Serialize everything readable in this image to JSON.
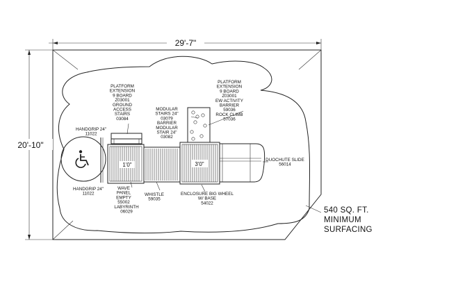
{
  "dimensions": {
    "width": "29'-7\"",
    "height": "20'-10\""
  },
  "surfacing": {
    "lines": [
      "540 SQ. FT.",
      "MINIMUM",
      "SURFACING"
    ]
  },
  "deck_heights": {
    "left": "1'0\"",
    "right": "3'0\""
  },
  "accessibility_symbol": "wheelchair-icon",
  "labels": {
    "platform_left": [
      "PLATFORM",
      "EXTENSION",
      "9 BOARD",
      "Z03001",
      "GROUND",
      "ACCESS",
      "STAIRS",
      "03084"
    ],
    "platform_right": [
      "PLATFORM",
      "EXTENSION",
      "9 BOARD",
      "Z03001",
      "EW ACTIVITY",
      "BARRIER",
      "59036",
      "ROCK CLIMB",
      "57036"
    ],
    "modular": [
      "MODULAR",
      "STAIRS 24\"",
      "03079",
      "BARRIER",
      "MODULAR",
      "STAIR 24\"",
      "03082"
    ],
    "handgrip_top": [
      "HANDGRIP 24\"",
      "11022"
    ],
    "handgrip_bottom": [
      "HANDGRIP 24\"",
      "11022"
    ],
    "wave_panel": [
      "WAVE",
      "PANEL",
      "EMPTY",
      "55002"
    ],
    "labyrinth": [
      "LABYRINTH",
      "06029"
    ],
    "whistle": [
      "WHISTLE",
      "59035"
    ],
    "enclosure": [
      "ENCLOSURE BIG WHEEL",
      "W/ BASE",
      "54022"
    ],
    "slide": [
      "DUOCHUTE SLIDE",
      "56014"
    ]
  }
}
